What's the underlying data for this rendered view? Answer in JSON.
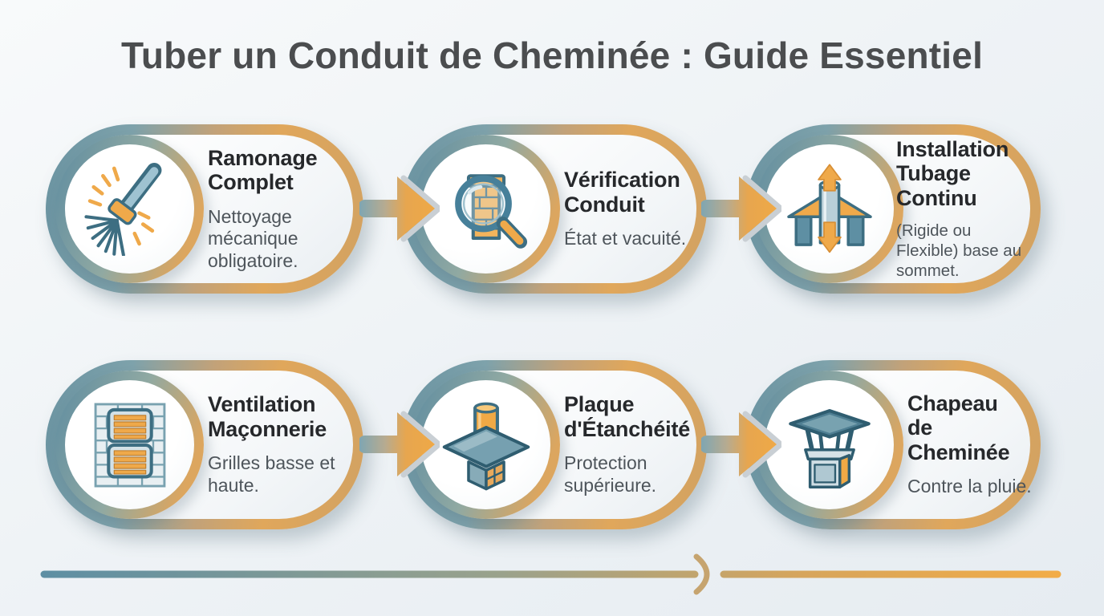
{
  "title": "Tuber un Conduit de Cheminée : Guide Essentiel",
  "steps": [
    {
      "heading": "Ramonage Complet",
      "description": "Nettoyage mécanique obligatoire.",
      "icon": "sweep-brush-icon"
    },
    {
      "heading": "Vérification Conduit",
      "description": "État et vacuité.",
      "icon": "magnifier-chimney-icon"
    },
    {
      "heading": "Installation Tubage Continu",
      "description": "(Rigide ou Flexible) base au sommet.",
      "icon": "flue-liner-arrows-icon"
    },
    {
      "heading": "Ventilation Maçonnerie",
      "description": "Grilles basse et haute.",
      "icon": "masonry-vents-icon"
    },
    {
      "heading": "Plaque d'Étanchéité",
      "description": "Protection supérieure.",
      "icon": "sealing-plate-icon"
    },
    {
      "heading": "Chapeau de Cheminée",
      "description": "Contre la pluie.",
      "icon": "chimney-cap-icon"
    }
  ],
  "colors": {
    "teal": "#5E8FA3",
    "teal_dark": "#3D6E82",
    "orange": "#EFA94A",
    "tan": "#D2A262",
    "title_text": "#4B4D4F",
    "heading_text": "#26282B",
    "body_text": "#4E555B",
    "background": "#EDF1F5"
  }
}
